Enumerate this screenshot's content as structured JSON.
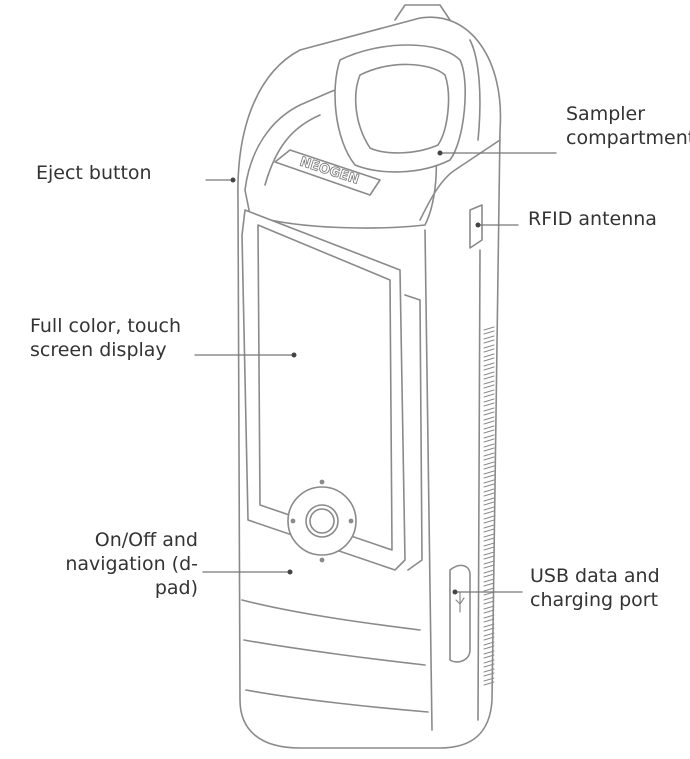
{
  "device": {
    "logo_text": "NEOGEN"
  },
  "labels": {
    "sampler": [
      "Sampler",
      "compartment"
    ],
    "eject": [
      "Eject button"
    ],
    "rfid": [
      "RFID antenna"
    ],
    "screen": [
      "Full color, touch",
      "screen display"
    ],
    "dpad": [
      "On/Off and",
      "navigation (d-pad)"
    ],
    "usb": [
      "USB data and",
      "charging port"
    ]
  },
  "colors": {
    "line": "#8a8a8a",
    "text": "#333333",
    "dot": "#444444"
  }
}
